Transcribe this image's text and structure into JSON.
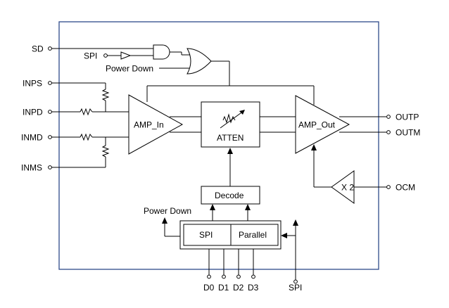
{
  "pins": {
    "sd": "SD",
    "spi_in": "SPI",
    "power_down_top": "Power Down",
    "inps": "INPS",
    "inpd": "INPD",
    "inmd": "INMD",
    "inms": "INMS",
    "outp": "OUTP",
    "outm": "OUTM",
    "ocm": "OCM",
    "power_down_mid": "Power Down",
    "d0": "D0",
    "d1": "D1",
    "d2": "D2",
    "d3": "D3",
    "spi_bottom": "SPI"
  },
  "blocks": {
    "amp_in": "AMP_In",
    "atten": "ATTEN",
    "amp_out": "AMP_Out",
    "x2": "X 2",
    "decode": "Decode",
    "spi": "SPI",
    "parallel": "Parallel"
  }
}
